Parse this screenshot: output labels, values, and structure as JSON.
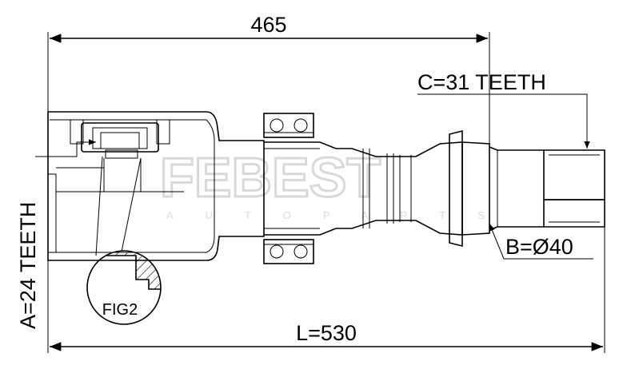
{
  "dimensions": {
    "top_length": "465",
    "total_length": "L=530",
    "outer_spline": "C=31 TEETH",
    "diameter": "B=Ø40",
    "inner_spline": "A=24 TEETH"
  },
  "detail": {
    "label": "FIG2"
  },
  "watermark": {
    "brand": "FEBEST",
    "sub": "AUTOPARTS"
  }
}
